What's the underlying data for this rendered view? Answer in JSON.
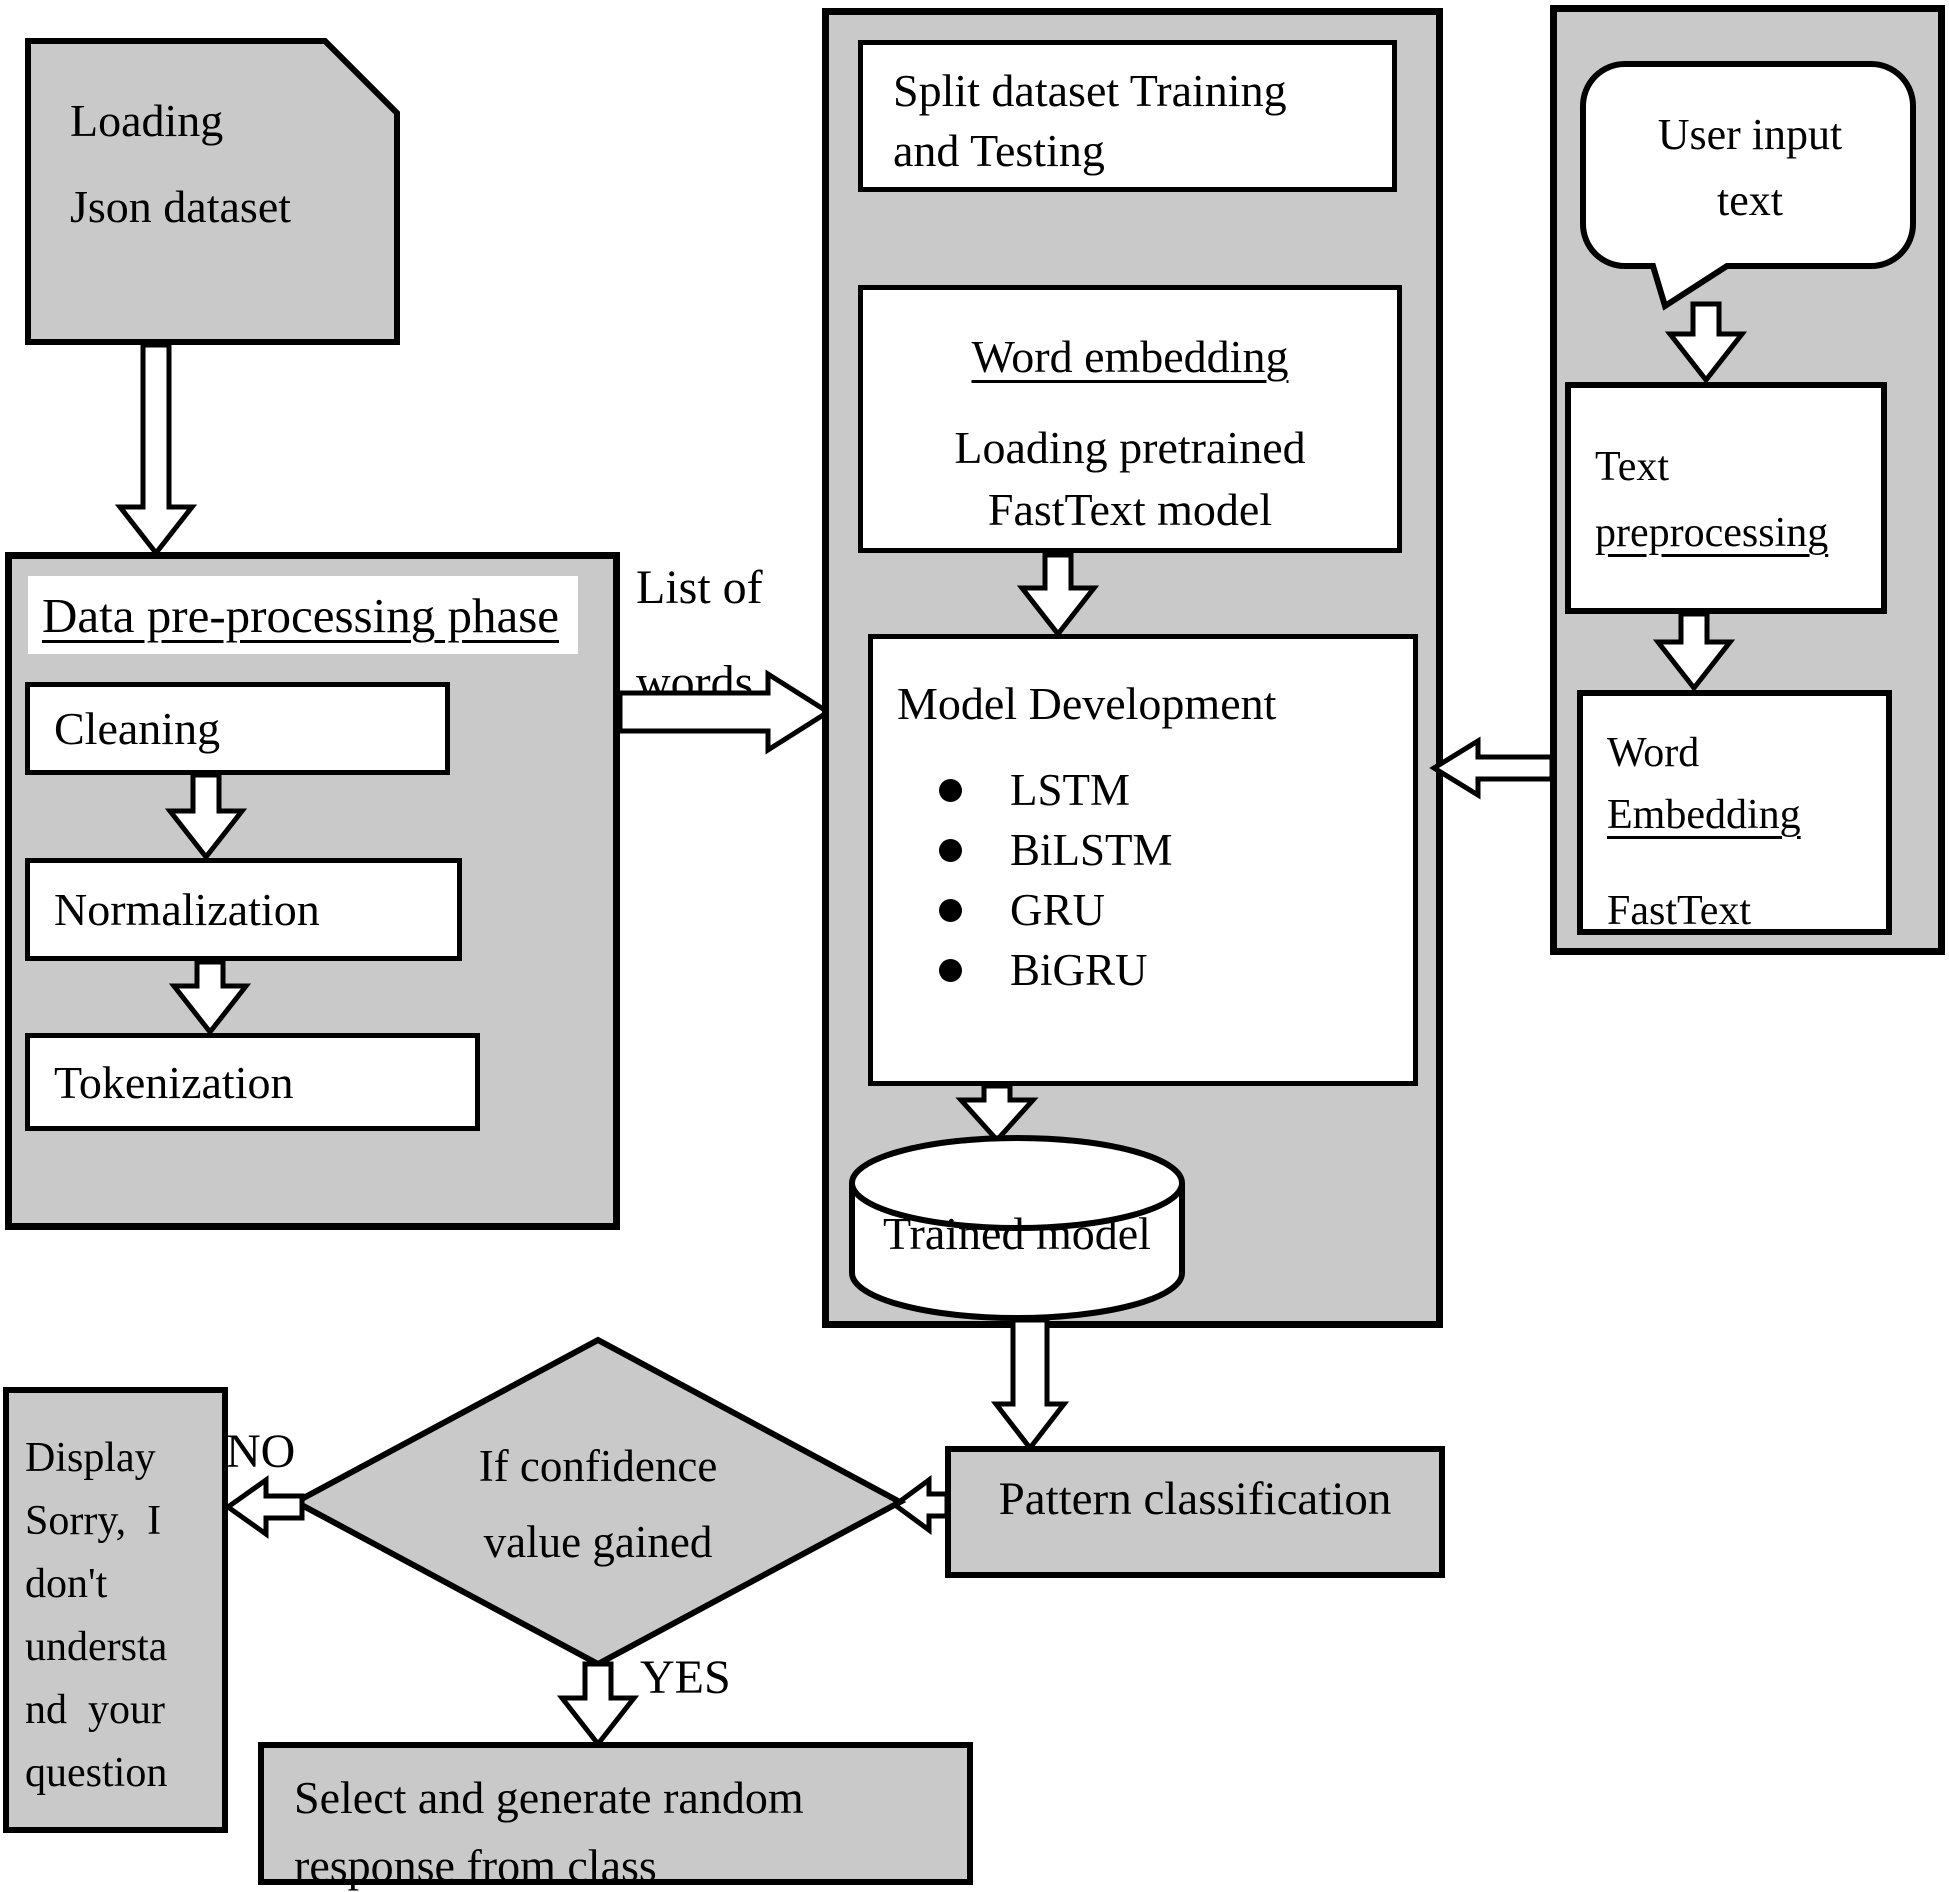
{
  "colors": {
    "shape_fill": "#c9c9c9",
    "box_fill": "#ffffff",
    "line": "#000000",
    "background": "#ffffff"
  },
  "nodes": {
    "loading": "Loading\nJson dataset",
    "preprocessing": {
      "title": "Data pre-processing phase",
      "steps": [
        "Cleaning",
        "Normalization",
        "Tokenization"
      ]
    },
    "list_of_words": "List of\nwords",
    "middle": {
      "split": "Split dataset Training\nand Testing",
      "embedding_title": "Word embedding",
      "embedding_body": "Loading pretrained\nFastText model",
      "model_title": "Model Development",
      "model_items": [
        "LSTM",
        "BiLSTM",
        "GRU",
        "BiGRU"
      ],
      "trained": "Trained model"
    },
    "pattern": "Pattern classification",
    "decision": "If confidence\nvalue gained",
    "label_no": "NO",
    "label_yes": "YES",
    "display": "Display\nSorry,  I\ndon't\nundersta\nnd  your\nquestion",
    "select": "Select and generate random\nresponse from class",
    "right": {
      "user_input": "User input\ntext",
      "text_pre_line1": "Text",
      "text_pre_line2": "preprocessing",
      "we_line1": "Word",
      "we_line2": "Embedding",
      "we_line3": "FastText"
    }
  }
}
